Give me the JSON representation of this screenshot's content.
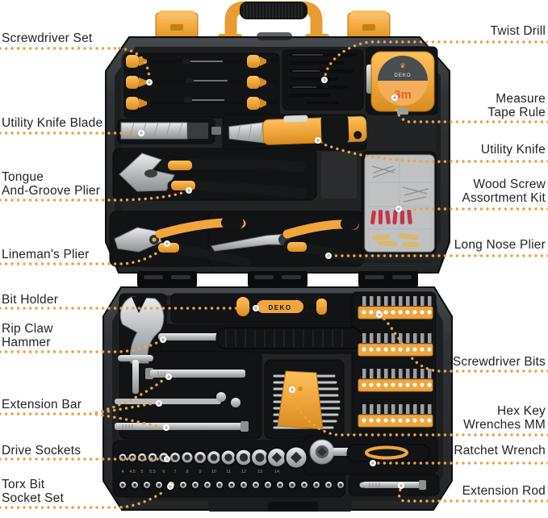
{
  "brand": {
    "name": "DEKO",
    "tape_size": "3m",
    "logo_glyph": "♛"
  },
  "labels": {
    "left": [
      {
        "id": "screwdriver-set",
        "text": "Screwdriver Set"
      },
      {
        "id": "utility-knife-blade",
        "text": "Utility Knife Blade"
      },
      {
        "id": "tongue-and-groove-plier",
        "text": "Tongue\nAnd-Groove Plier"
      },
      {
        "id": "linemans-plier",
        "text": "Lineman's Plier"
      },
      {
        "id": "bit-holder",
        "text": "Bit Holder"
      },
      {
        "id": "rip-claw-hammer",
        "text": "Rip Claw\nHammer"
      },
      {
        "id": "extension-bar",
        "text": "Extension Bar"
      },
      {
        "id": "drive-sockets",
        "text": "Drive Sockets"
      },
      {
        "id": "torx-bit-socket-set",
        "text": "Torx Bit\nSocket Set"
      }
    ],
    "right": [
      {
        "id": "twist-drill",
        "text": "Twist Drill"
      },
      {
        "id": "measure-tape-rule",
        "text": "Measure\nTape Rule"
      },
      {
        "id": "utility-knife",
        "text": "Utility Knife"
      },
      {
        "id": "wood-screw-assortment-kit",
        "text": "Wood Screw\nAssortment Kit"
      },
      {
        "id": "long-nose-plier",
        "text": "Long Nose Plier"
      },
      {
        "id": "screwdriver-bits",
        "text": "Screwdriver Bits"
      },
      {
        "id": "hex-key-wrenches-mm",
        "text": "Hex Key\nWrenches MM"
      },
      {
        "id": "ratchet-wrench",
        "text": "Ratchet Wrench"
      },
      {
        "id": "extension-rod",
        "text": "Extension Rod"
      }
    ]
  },
  "sockets": {
    "sizes": [
      "4",
      "4.5",
      "5",
      "5.5",
      "6",
      "7",
      "8",
      "9",
      "10",
      "11",
      "12",
      "13",
      "14"
    ]
  },
  "colors": {
    "leader_dot": "#E6A44D",
    "tool_orange": "#F0A63C",
    "case_dark": "#212325",
    "label_text": "#232323",
    "tape_digits": "#E2622F"
  }
}
